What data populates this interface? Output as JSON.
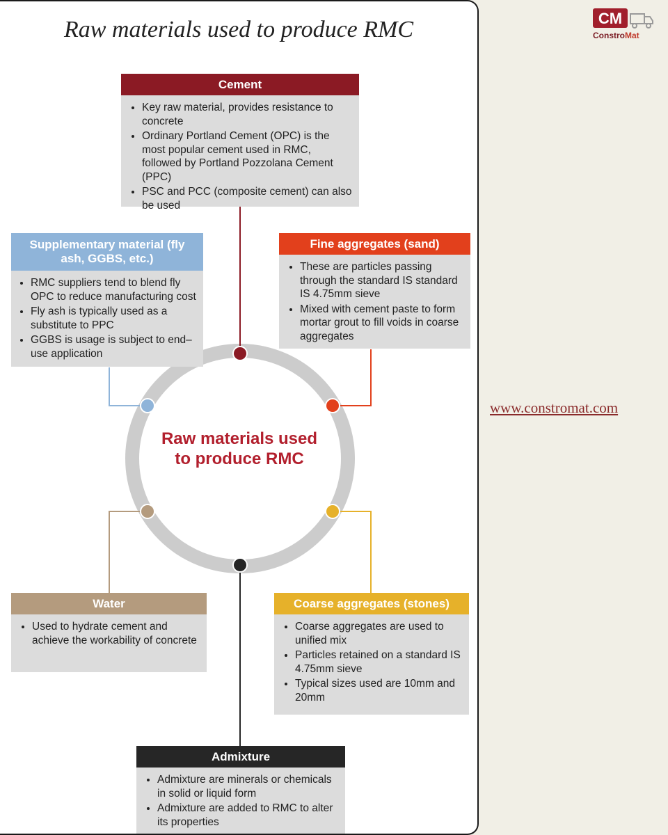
{
  "title": "Raw materials used to produce RMC",
  "center_label": "Raw materials used to produce RMC",
  "colors": {
    "cement": "#8b1a24",
    "supplementary": "#8fb4d9",
    "fine": "#e2401c",
    "water": "#b49b7e",
    "coarse": "#e6b12a",
    "admixture": "#262626",
    "ring": "#cccccc",
    "center_text": "#b21f2d"
  },
  "boxes": {
    "cement": {
      "header": "Cement",
      "items": [
        "Key raw material, provides resistance to concrete",
        "Ordinary Portland Cement (OPC) is the most popular cement used in RMC, followed by Portland Pozzolana Cement (PPC)",
        "PSC and PCC (composite cement) can also be used"
      ]
    },
    "supplementary": {
      "header": "Supplementary material (fly ash, GGBS, etc.)",
      "items": [
        "RMC suppliers tend to blend fly OPC to reduce manufacturing cost",
        "Fly ash is typically used as a substitute to PPC",
        "GGBS is usage is subject to end–use application"
      ]
    },
    "fine": {
      "header": "Fine aggregates (sand)",
      "items": [
        "These are particles passing through the standard IS standard IS 4.75mm sieve",
        "Mixed with cement paste to form mortar grout to fill voids in coarse aggregates"
      ]
    },
    "water": {
      "header": "Water",
      "items": [
        "Used to hydrate cement and achieve the workability of concrete"
      ]
    },
    "coarse": {
      "header": "Coarse aggregates (stones)",
      "items": [
        "Coarse aggregates are used to unified mix",
        "Particles retained on a standard IS 4.75mm sieve",
        "Typical sizes used are 10mm and 20mm"
      ]
    },
    "admixture": {
      "header": "Admixture",
      "items": [
        "Admixture are minerals or chemicals in solid or liquid form",
        "Admixture are added to RMC to alter its properties"
      ]
    }
  },
  "logo": {
    "letters": "CM",
    "word_part1": "Constro",
    "word_part2": "Mat",
    "icon": "truck-icon"
  },
  "website": "www.constromat.com"
}
